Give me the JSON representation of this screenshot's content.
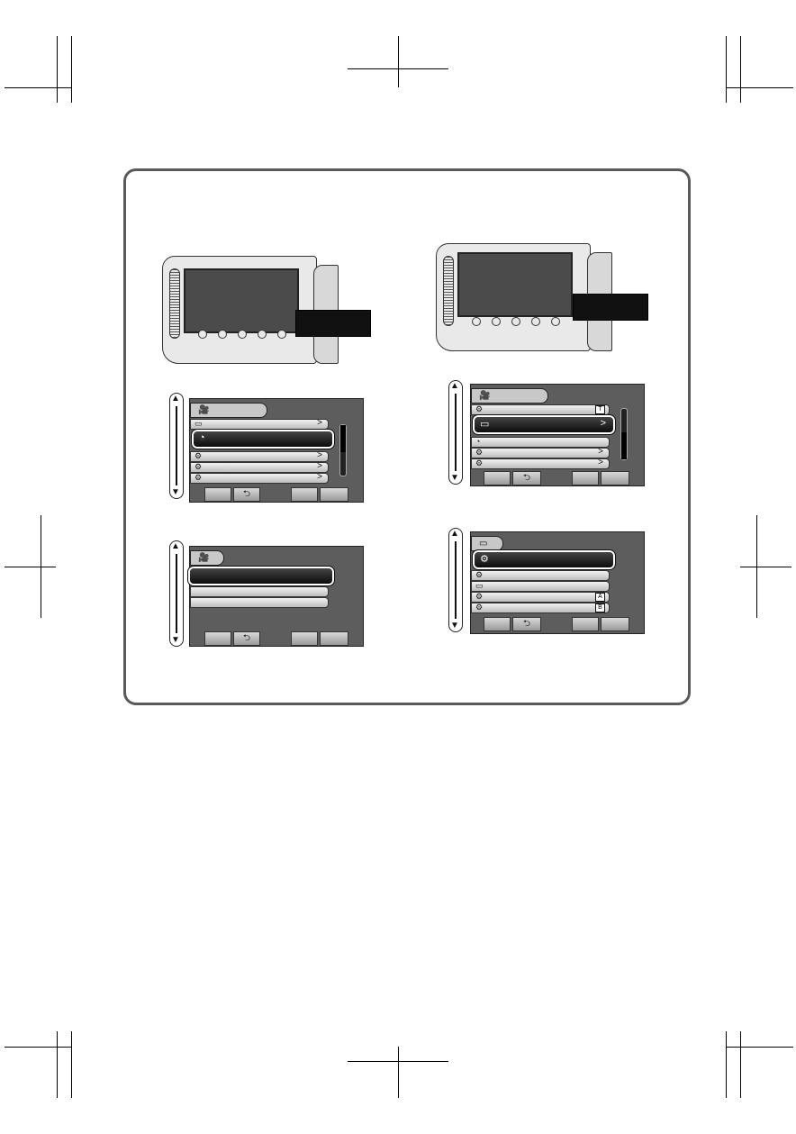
{
  "icons": {
    "movie": "🎥",
    "display": "▭",
    "clock": "◔",
    "settings": "⚙",
    "return": "⮌",
    "arrow_right": ">",
    "scroll_up": "▲",
    "scroll_down": "▼",
    "box_a": "A",
    "box_b": "B",
    "box_t": "T"
  },
  "colors": {
    "screen_bg": "#5d5d5d",
    "highlight": "#111111",
    "callout": "#111111"
  }
}
